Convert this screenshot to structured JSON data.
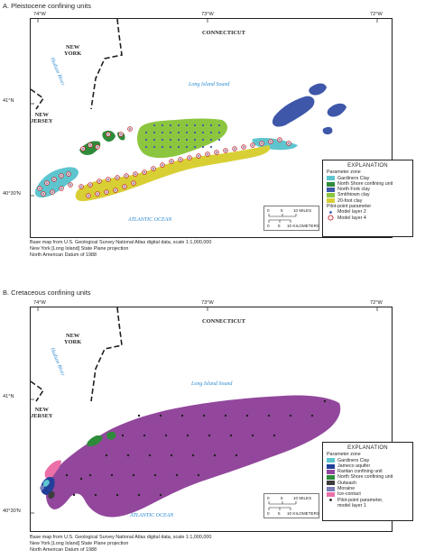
{
  "panels": [
    {
      "title": "A.   Pleistocene confining units",
      "lon_ticks": [
        "74°W",
        "73°W",
        "72°W"
      ],
      "lat_ticks": [
        "41°N",
        "40°30'N"
      ],
      "places": {
        "connecticut": "CONNECTICUT",
        "new_york": "NEW\nYORK",
        "new_jersey": "NEW\nJERSEY"
      },
      "water": {
        "hudson": "Hudson River",
        "sound": "Long Island Sound",
        "ocean": "ATLANTIC OCEAN"
      },
      "legend": {
        "title": "EXPLANATION",
        "zone_heading": "Parameter zone",
        "zones": [
          {
            "label": "Gardiners Clay",
            "color": "#5ec5cf"
          },
          {
            "label": "North Shore confining unit",
            "color": "#2e8b3a"
          },
          {
            "label": "North Fork clay",
            "color": "#3e57a9"
          },
          {
            "label": "Smithtown clay",
            "color": "#8cc63f"
          },
          {
            "label": "20-foot clay",
            "color": "#d8cf35"
          }
        ],
        "pilot_heading": "Pilot-point parameter",
        "pilots": [
          {
            "label": "Model layer 2",
            "symbol": "dot"
          },
          {
            "label": "Model layer 4",
            "symbol": "ring"
          }
        ]
      },
      "scale": {
        "miles": [
          "0",
          "5",
          "10 MILES"
        ],
        "km": [
          "0",
          "5",
          "10 KILOMETERS"
        ]
      },
      "credits": [
        "Base map from U.S. Geological Survey National Atlas digital data, scale 1:1,000,000",
        "New York [Long Island] State Plane projection",
        "North American Datum of 1988"
      ]
    },
    {
      "title": "B.   Cretaceous confining units",
      "lon_ticks": [
        "74°W",
        "73°W",
        "72°W"
      ],
      "lat_ticks": [
        "41°N",
        "40°30'N"
      ],
      "places": {
        "connecticut": "CONNECTICUT",
        "new_york": "NEW\nYORK",
        "new_jersey": "NEW\nJERSEY"
      },
      "water": {
        "hudson": "Hudson River",
        "sound": "Long Island Sound",
        "ocean": "ATLANTIC OCEAN"
      },
      "legend": {
        "title": "EXPLANATION",
        "zone_heading": "Parameter zone",
        "zones": [
          {
            "label": "Gardiners Clay",
            "color": "#5ec5cf"
          },
          {
            "label": "Jameco aquifer",
            "color": "#22409a"
          },
          {
            "label": "Raritan confining unit",
            "color": "#92479c"
          },
          {
            "label": "North Shore confining unit",
            "color": "#2e8b3a"
          },
          {
            "label": "Outwash",
            "color": "#3d3d3d"
          },
          {
            "label": "Moraine",
            "color": "#7a7fb8"
          },
          {
            "label": "Ice-contact",
            "color": "#ec6fa8"
          }
        ],
        "pilot_heading": "",
        "pilots": [
          {
            "label": "Pilot-point parameter,\nmodel layer 1",
            "symbol": "dot"
          }
        ]
      },
      "scale": {
        "miles": [
          "0",
          "5",
          "10 MILES"
        ],
        "km": [
          "0",
          "5",
          "10 KILOMETERS"
        ]
      },
      "credits": [
        "Base map from U.S. Geological Survey National Atlas digital data, scale 1:1,000,000",
        "New York [Long Island] State Plane projection",
        "North American Datum of 1988"
      ]
    }
  ]
}
